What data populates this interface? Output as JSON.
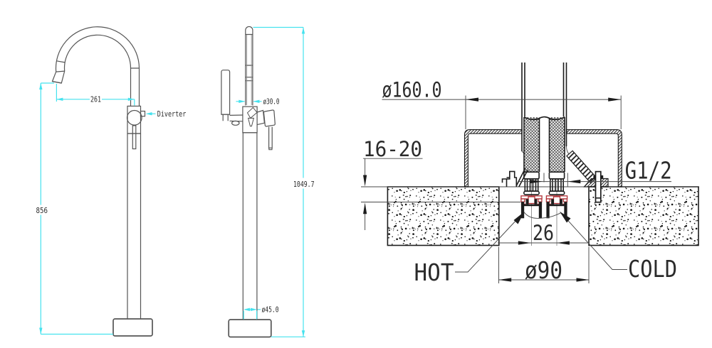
{
  "diagram_title": "freestanding-bath-filler-technical-drawing",
  "colors": {
    "dimension_cyan": "#45e2ee",
    "drawing_gray": "#555555",
    "drawing_black": "#1c1c1c",
    "thin_gray": "#8a8a8a",
    "text_ink": "#2b2b2b",
    "accent_red": "#b03136",
    "background": "#ffffff"
  },
  "front_view": {
    "spout_reach": "261",
    "spout_height": "856",
    "diverter_label": "Diverter"
  },
  "side_view": {
    "pipe_diameter": "ø30.0",
    "total_height": "1049.7",
    "column_diameter": "ø45.0"
  },
  "installation_view": {
    "cover_diameter": "ø160.0",
    "floor_thickness": "16-20",
    "thread_size": "G1/2",
    "inlet_spacing": "26",
    "hole_diameter": "ø90",
    "hot_label": "HOT",
    "cold_label": "COLD"
  }
}
